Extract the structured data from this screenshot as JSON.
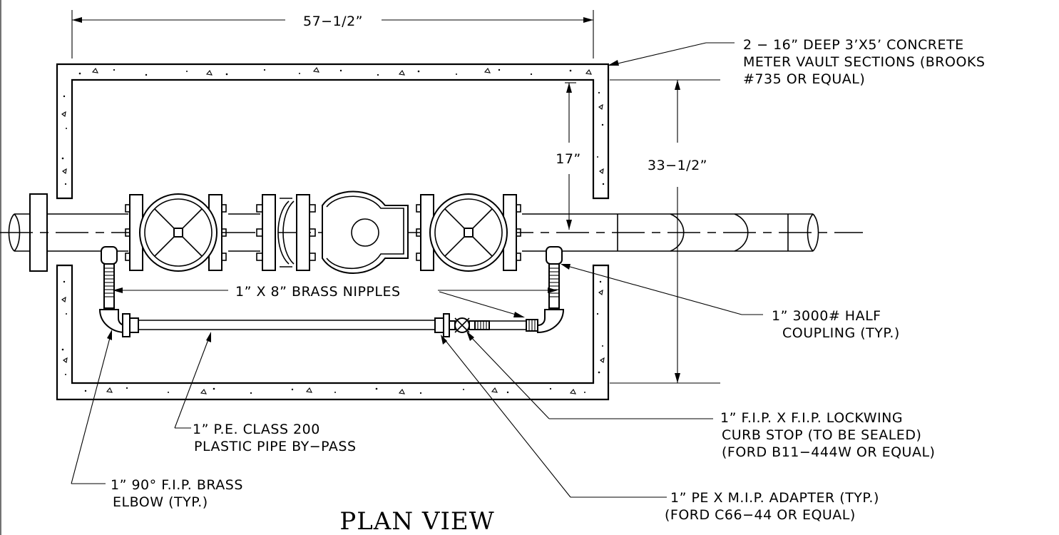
{
  "dimensions": {
    "overall_width": "57−1/2”",
    "pipe_to_vault": "17”",
    "vault_inside": "33−1/2”"
  },
  "labels": {
    "vault": [
      "2 − 16” DEEP 3’X5’ CONCRETE",
      "METER VAULT SECTIONS (BROOKS",
      "#735 OR EQUAL)"
    ],
    "nipples": "1” X 8” BRASS NIPPLES",
    "coupling": [
      "1” 3000# HALF",
      "COUPLING (TYP.)"
    ],
    "curb_stop": [
      "1” F.I.P. X F.I.P. LOCKWING",
      "CURB STOP (TO BE SEALED)",
      "(FORD B11−444W OR EQUAL)"
    ],
    "pe_pipe": [
      "1” P.E. CLASS 200",
      "PLASTIC PIPE BY−PASS"
    ],
    "elbow": [
      "1” 90° F.I.P. BRASS",
      "ELBOW (TYP.)"
    ],
    "adapter": [
      "1” PE X M.I.P. ADAPTER (TYP.)",
      "(FORD C66−44 OR EQUAL)"
    ]
  },
  "title": "PLAN VIEW"
}
